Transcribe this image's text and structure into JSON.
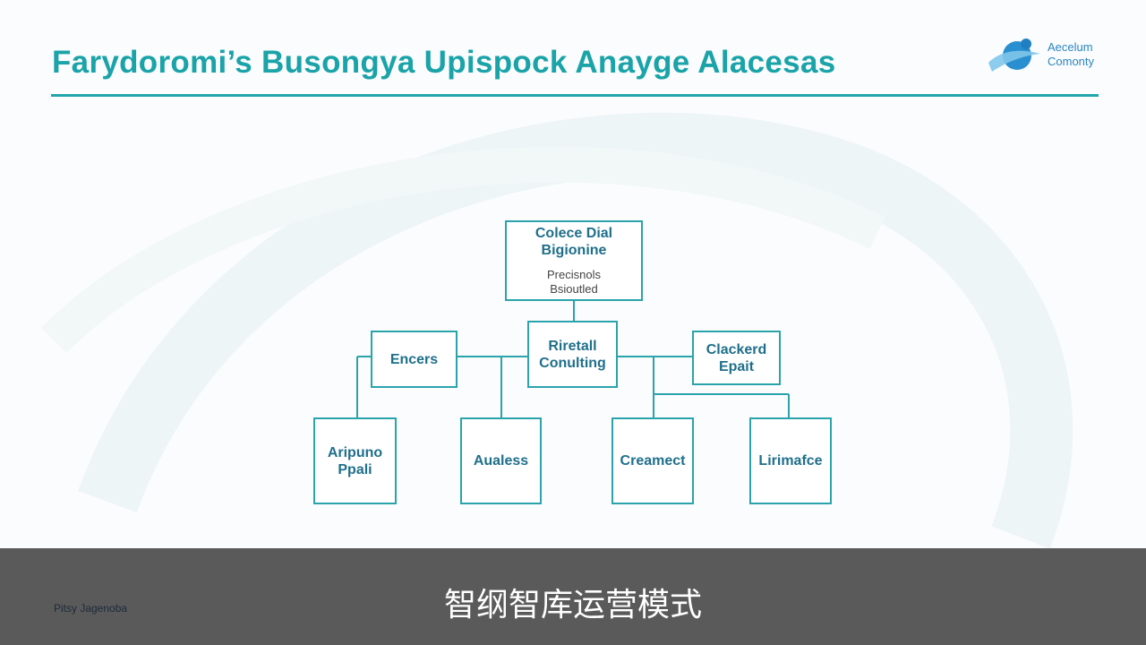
{
  "slide": {
    "title": "Farydoromi’s Busongya Upispock Anayge Alacesas",
    "logo": {
      "line1": "Aecelum",
      "line2": "Comonty"
    },
    "caption": "智纲智库运营模式",
    "footer_note": "Pitsy Jagenoba"
  },
  "diagram": {
    "nodes": {
      "top": {
        "line1": "Colece Dial",
        "line2": "Bigionine",
        "sub1": "Precisnols",
        "sub2": "Bsioutled"
      },
      "center": {
        "line1": "Riretall",
        "line2": "Conulting"
      },
      "left": {
        "line1": "Encers"
      },
      "right": {
        "line1": "Clackerd",
        "line2": "Epait"
      },
      "bottom1": {
        "line1": "Aripuno",
        "line2": "Ppali"
      },
      "bottom2": {
        "line1": "Aualess"
      },
      "bottom3": {
        "line1": "Creamect"
      },
      "bottom4": {
        "line1": "Lirimafce"
      }
    }
  },
  "colors": {
    "accent": "#22a6ad",
    "node_text": "#1f6f8b",
    "caption_bar": "#5a5a5a"
  }
}
